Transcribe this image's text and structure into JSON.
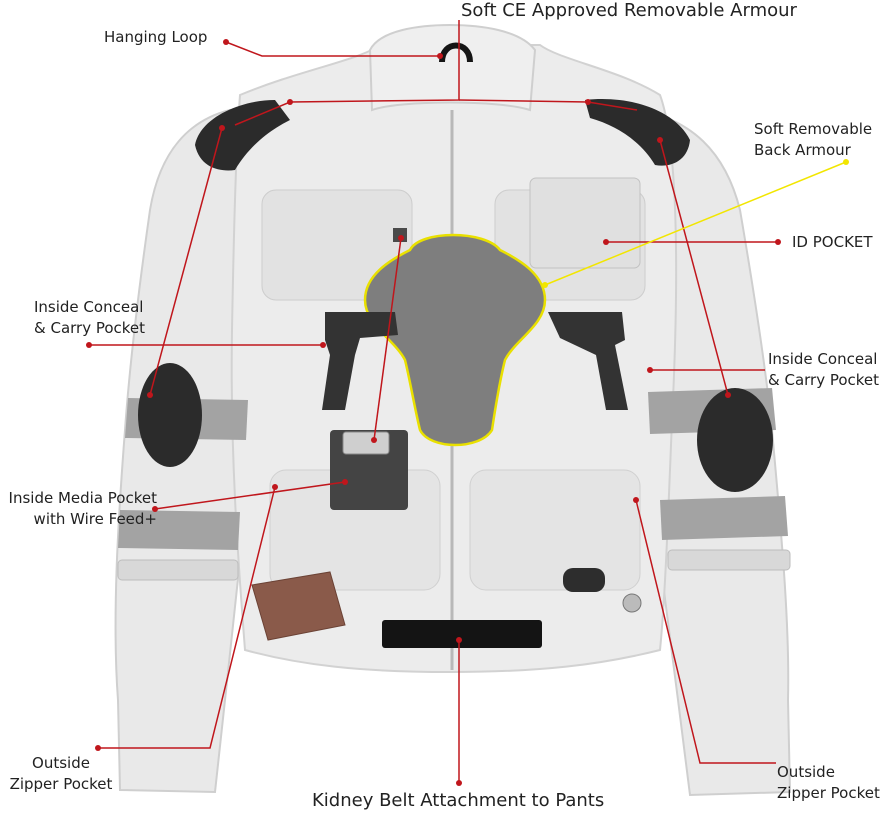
{
  "callouts": {
    "armour": "Soft CE Approved Removable Armour",
    "hanging_loop": "Hanging Loop",
    "back_armour": {
      "line1": "Soft Removable",
      "line2": "Back Armour"
    },
    "id_pocket": "ID POCKET",
    "conceal_left": {
      "line1": "Inside Conceal",
      "line2": "& Carry Pocket"
    },
    "conceal_right": {
      "line1": "Inside Conceal",
      "line2": "& Carry Pocket"
    },
    "media_pocket": {
      "line1": "Inside Media Pocket",
      "line2": "with Wire Feed+"
    },
    "zipper_left": {
      "line1": "Outside",
      "line2": "Zipper Pocket"
    },
    "zipper_right": {
      "line1": "Outside",
      "line2": "Zipper Pocket"
    },
    "kidney_belt": "Kidney Belt Attachment to Pants"
  },
  "colors": {
    "callout_line": "#c0161c",
    "back_armour_line": "#f2e600",
    "jacket": "#e6e6e6",
    "reflective": "#9a9a9a",
    "armour": "#2b2b2b"
  }
}
